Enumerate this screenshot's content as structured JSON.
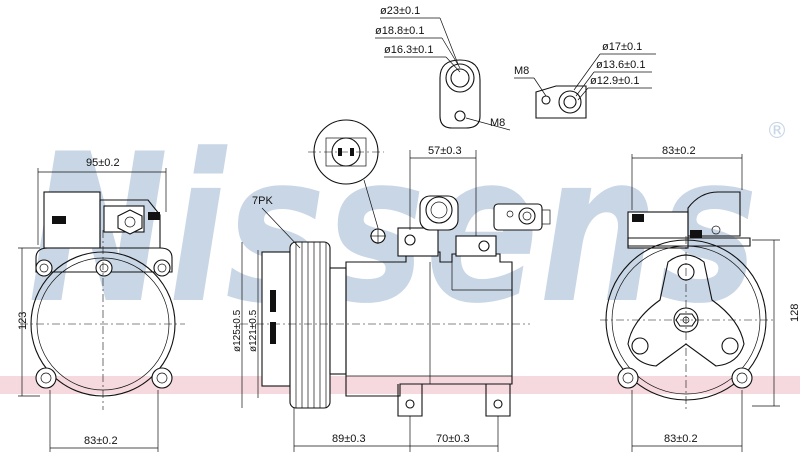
{
  "watermark": {
    "brand": "Nissens",
    "registered": "®",
    "color": "#c9d6e6",
    "band_color": "#f6d9de"
  },
  "dimensions": {
    "left_top_width": "95±0.2",
    "left_height": "123",
    "left_bottom_width": "83±0.2",
    "belt": "7PK",
    "pulley_outer": "ø125±0.5",
    "pulley_inner": "ø121±0.5",
    "port_offset": "57±0.3",
    "body_length": "89±0.3",
    "rear_length": "70±0.3",
    "right_top_width": "83±0.2",
    "right_height": "128",
    "right_bottom_width": "83±0.2"
  },
  "fitting_large": {
    "d1": "ø23±0.1",
    "d2": "ø18.8±0.1",
    "d3": "ø16.3±0.1",
    "thread": "M8"
  },
  "fitting_small": {
    "thread": "M8",
    "d1": "ø17±0.1",
    "d2": "ø13.6±0.1",
    "d3": "ø12.9±0.1"
  }
}
